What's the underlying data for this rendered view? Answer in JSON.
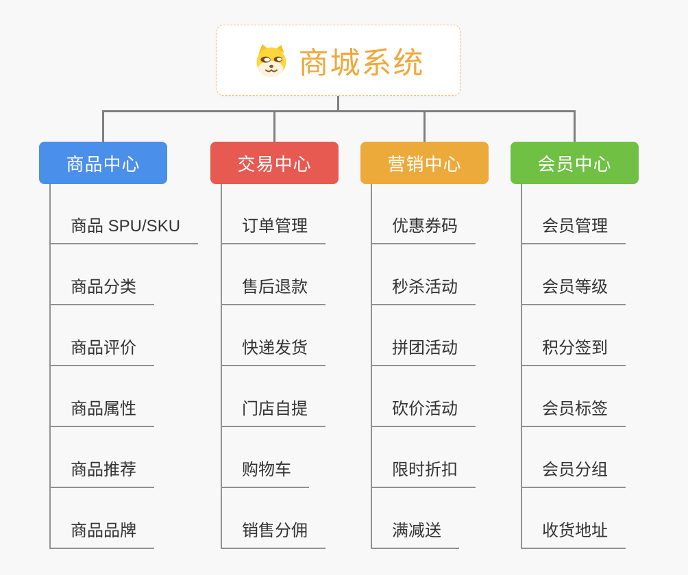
{
  "page": {
    "background_color": "#f8f8f8",
    "connector_color": "#7F7F7F"
  },
  "root": {
    "title": "商城系统",
    "icon": "dog-face-icon",
    "title_color": "#F0A83C",
    "border_color": "#F2C27C"
  },
  "branches": [
    {
      "label": "商品中心",
      "color": "#4A8FE9",
      "children": [
        "商品 SPU/SKU",
        "商品分类",
        "商品评价",
        "商品属性",
        "商品推荐",
        "商品品牌"
      ]
    },
    {
      "label": "交易中心",
      "color": "#E65A52",
      "children": [
        "订单管理",
        "售后退款",
        "快递发货",
        "门店自提",
        "购物车",
        "销售分佣"
      ]
    },
    {
      "label": "营销中心",
      "color": "#ECAA3B",
      "children": [
        "优惠券码",
        "秒杀活动",
        "拼团活动",
        "砍价活动",
        "限时折扣",
        "满减送"
      ]
    },
    {
      "label": "会员中心",
      "color": "#70C044",
      "children": [
        "会员管理",
        "会员等级",
        "积分签到",
        "会员标签",
        "会员分组",
        "收货地址"
      ]
    }
  ]
}
